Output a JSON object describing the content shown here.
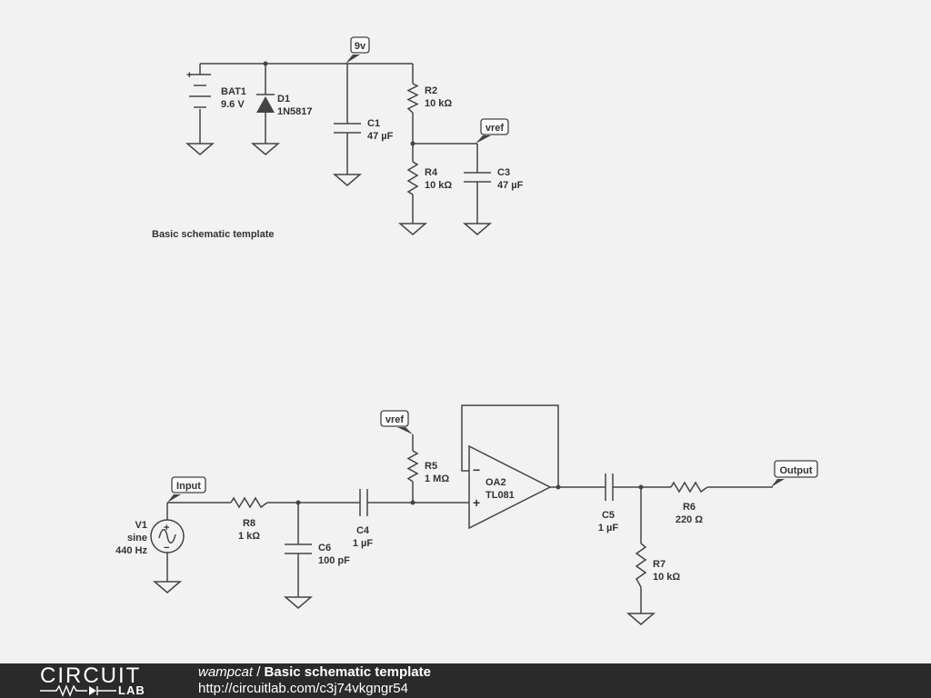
{
  "title": "Basic schematic template",
  "footer": {
    "logo_top": "CIRCUIT",
    "logo_bottom": "LAB",
    "user": "wampcat",
    "separator": "/",
    "title": "Basic schematic template",
    "url": "http://circuitlab.com/c3j74vkgngr54"
  },
  "nets": {
    "supply": "9v",
    "vref_1": "vref",
    "vref_2": "vref",
    "input": "Input",
    "output": "Output"
  },
  "components": {
    "bat1": {
      "name": "BAT1",
      "value": "9.6 V",
      "plus": "+"
    },
    "d1": {
      "name": "D1",
      "value": "1N5817"
    },
    "c1": {
      "name": "C1",
      "value": "47 µF"
    },
    "r2": {
      "name": "R2",
      "value": "10 kΩ"
    },
    "r4": {
      "name": "R4",
      "value": "10 kΩ"
    },
    "c3": {
      "name": "C3",
      "value": "47 µF"
    },
    "v1": {
      "name": "V1",
      "type": "sine",
      "freq": "440 Hz",
      "plus": "+",
      "minus": "−"
    },
    "r8": {
      "name": "R8",
      "value": "1 kΩ"
    },
    "c6": {
      "name": "C6",
      "value": "100 pF"
    },
    "c4": {
      "name": "C4",
      "value": "1 µF"
    },
    "r5": {
      "name": "R5",
      "value": "1 MΩ"
    },
    "oa2": {
      "name": "OA2",
      "value": "TL081",
      "minus": "−",
      "plus": "+"
    },
    "c5": {
      "name": "C5",
      "value": "1 µF"
    },
    "r6": {
      "name": "R6",
      "value": "220 Ω"
    },
    "r7": {
      "name": "R7",
      "value": "10 kΩ"
    }
  },
  "colors": {
    "wire": "#444444",
    "background": "#f2f2f2",
    "footer": "#2a2a2a"
  }
}
